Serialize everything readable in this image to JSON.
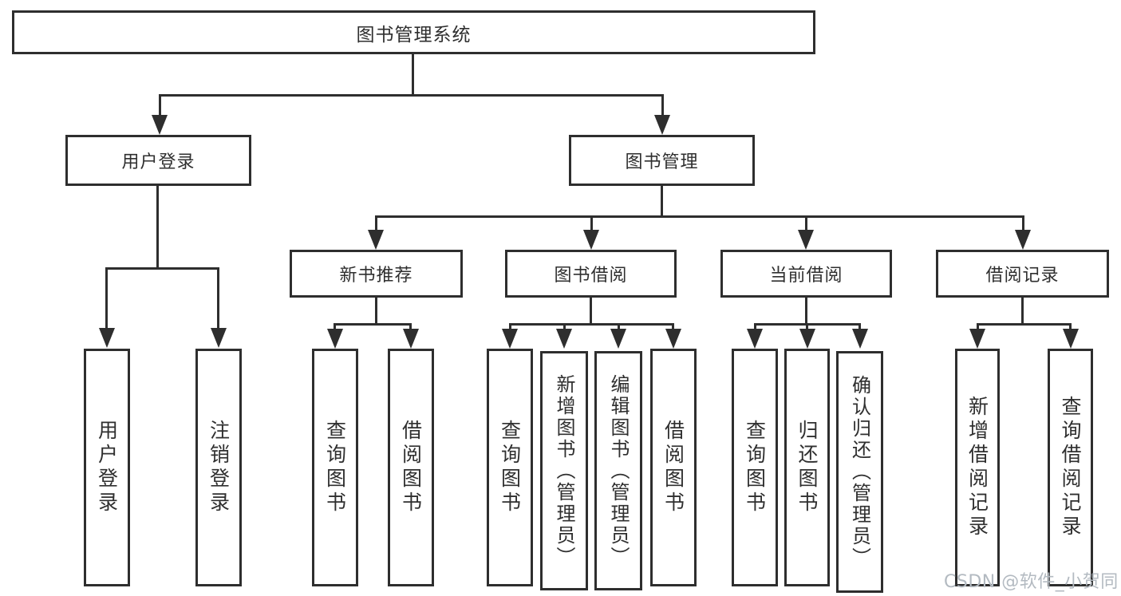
{
  "tree": {
    "root": {
      "label": "图书管理系统"
    },
    "branches": [
      {
        "label": "用户登录",
        "children": [
          "用户登录",
          "注销登录"
        ]
      },
      {
        "label": "图书管理",
        "groups": [
          {
            "label": "新书推荐",
            "children": [
              "查询图书",
              "借阅图书"
            ]
          },
          {
            "label": "图书借阅",
            "children": [
              "查询图书",
              "新增图书（管理员）",
              "编辑图书（管理员）",
              "借阅图书"
            ]
          },
          {
            "label": "当前借阅",
            "children": [
              "查询图书",
              "归还图书",
              "确认归还（管理员）"
            ]
          },
          {
            "label": "借阅记录",
            "children": [
              "新增借阅记录",
              "查询借阅记录"
            ]
          }
        ]
      }
    ]
  },
  "watermark": "CSDN @软件_小贺同学",
  "colors": {
    "line": "#2e2e2e",
    "text": "#2f2f2f",
    "watermark": "#b3bac1",
    "background": "#ffffff"
  }
}
